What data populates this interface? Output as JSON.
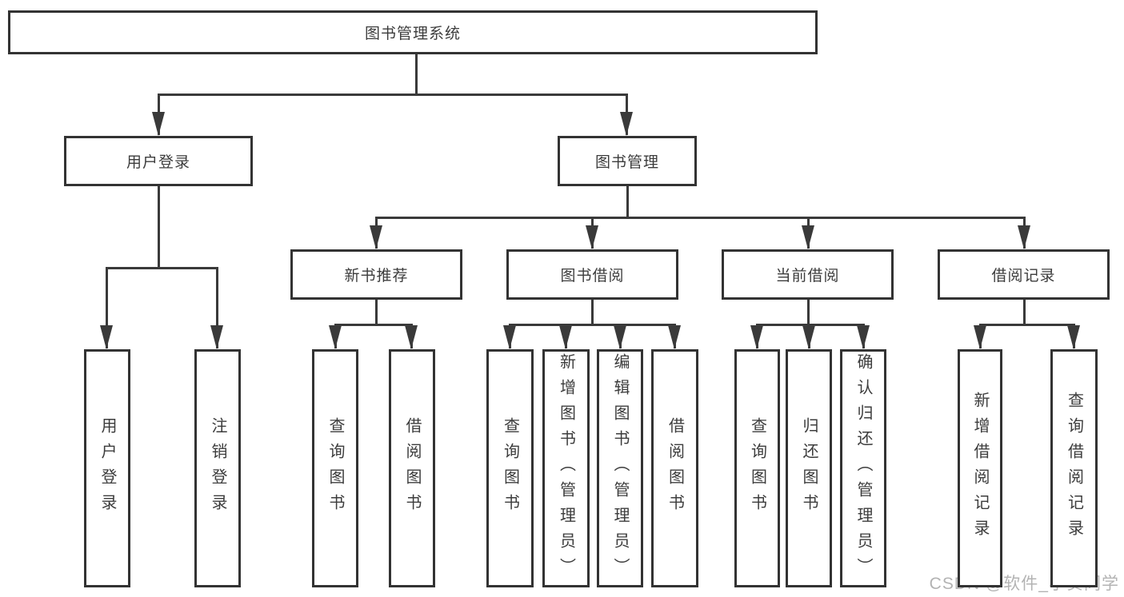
{
  "diagram": {
    "title_label": "图书管理系统",
    "nodes": [
      {
        "id": "root",
        "label": "图书管理系统",
        "parent": null
      },
      {
        "id": "user-login",
        "label": "用户登录",
        "parent": "root"
      },
      {
        "id": "book-mgmt",
        "label": "图书管理",
        "parent": "root"
      },
      {
        "id": "new-book-rec",
        "label": "新书推荐",
        "parent": "book-mgmt"
      },
      {
        "id": "book-borrow",
        "label": "图书借阅",
        "parent": "book-mgmt"
      },
      {
        "id": "current-borrow",
        "label": "当前借阅",
        "parent": "book-mgmt"
      },
      {
        "id": "borrow-records",
        "label": "借阅记录",
        "parent": "book-mgmt"
      },
      {
        "id": "leaf-user-login",
        "label": "用户登录",
        "parent": "user-login"
      },
      {
        "id": "leaf-logout",
        "label": "注销登录",
        "parent": "user-login"
      },
      {
        "id": "leaf-query-books-1",
        "label": "查询图书",
        "parent": "new-book-rec"
      },
      {
        "id": "leaf-borrow-books-1",
        "label": "借阅图书",
        "parent": "new-book-rec"
      },
      {
        "id": "leaf-query-books-2",
        "label": "查询图书",
        "parent": "book-borrow"
      },
      {
        "id": "leaf-add-book",
        "label": "新增图书（管理员）",
        "parent": "book-borrow"
      },
      {
        "id": "leaf-edit-book",
        "label": "编辑图书（管理员）",
        "parent": "book-borrow"
      },
      {
        "id": "leaf-borrow-books-2",
        "label": "借阅图书",
        "parent": "book-borrow"
      },
      {
        "id": "leaf-query-books-3",
        "label": "查询图书",
        "parent": "current-borrow"
      },
      {
        "id": "leaf-return-book",
        "label": "归还图书",
        "parent": "current-borrow"
      },
      {
        "id": "leaf-confirm-return",
        "label": "确认归还（管理员）",
        "parent": "current-borrow"
      },
      {
        "id": "leaf-add-record",
        "label": "新增借阅记录",
        "parent": "borrow-records"
      },
      {
        "id": "leaf-query-record",
        "label": "查询借阅记录",
        "parent": "borrow-records"
      }
    ]
  },
  "watermark": {
    "text": "CSDN @软件_小贺同学"
  },
  "colors": {
    "line": "#3a3a3a",
    "box_border": "#333333",
    "text": "#3c3c3c",
    "background": "#ffffff",
    "watermark": "#b3b3b3"
  }
}
